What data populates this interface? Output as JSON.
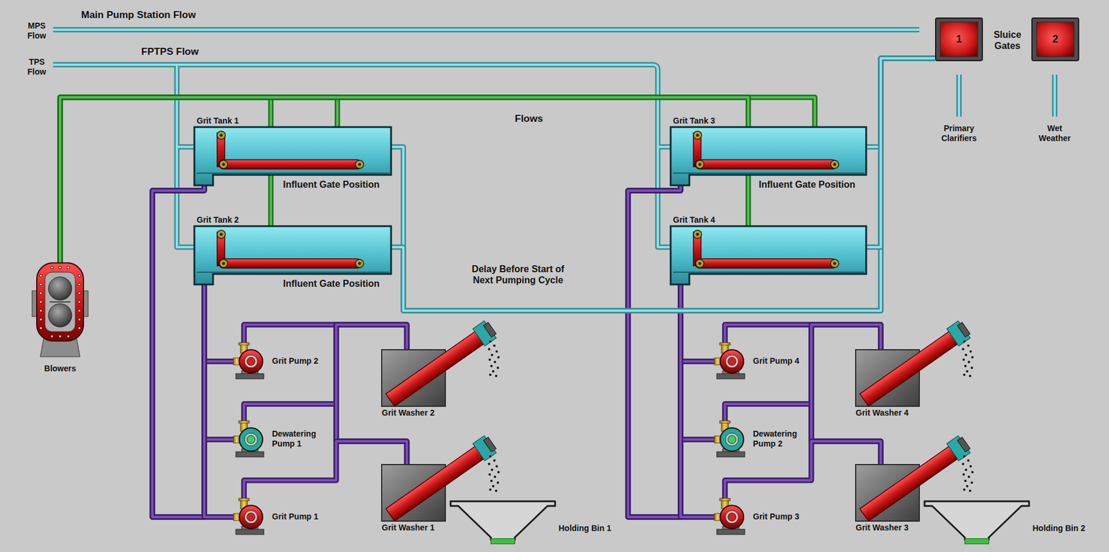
{
  "diagram": {
    "nodes": [
      {
        "text": [
          "1"
        ]
      },
      {
        "text": [
          "2"
        ]
      },
      {
        "text": [
          "Grit Tank 1"
        ]
      },
      {
        "text": [
          "Grit Tank 2"
        ]
      },
      {
        "text": [
          "Grit Tank 3"
        ]
      },
      {
        "text": [
          "Grit Tank 4"
        ]
      },
      {
        "text": [
          "Blowers"
        ]
      },
      {
        "text": [
          "Grit Pump 2"
        ]
      },
      {
        "text": [
          "Dewatering Pump 1"
        ]
      },
      {
        "text": [
          "Grit Pump 1"
        ]
      },
      {
        "text": [
          "Grit Washer 2"
        ]
      },
      {
        "text": [
          "Grit Washer 1"
        ]
      },
      {
        "text": [
          "Holding Bin 1"
        ]
      },
      {
        "text": [
          "Grit Pump 4"
        ]
      },
      {
        "text": [
          "Dewatering Pump 2"
        ]
      },
      {
        "text": [
          "Grit Pump 3"
        ]
      },
      {
        "text": [
          "Grit Washer 4"
        ]
      },
      {
        "text": [
          "Grit Washer 3"
        ]
      },
      {
        "text": [
          "Holding Bin 2"
        ]
      }
    ],
    "edges": [
      {
        "from": 6,
        "to": 2,
        "arrow": "none"
      },
      {
        "from": 6,
        "to": 3,
        "arrow": "none"
      },
      {
        "from": 6,
        "to": 4,
        "arrow": "none"
      },
      {
        "from": 6,
        "to": 5,
        "arrow": "none"
      },
      {
        "from": 2,
        "to": 7,
        "arrow": "none"
      },
      {
        "from": 2,
        "to": 8,
        "arrow": "none"
      },
      {
        "from": 2,
        "to": 9,
        "arrow": "none"
      },
      {
        "from": 3,
        "to": 7,
        "arrow": "none"
      },
      {
        "from": 3,
        "to": 8,
        "arrow": "none"
      },
      {
        "from": 3,
        "to": 9,
        "arrow": "none"
      },
      {
        "from": 7,
        "to": 10,
        "arrow": "none"
      },
      {
        "from": 7,
        "to": 11,
        "arrow": "none"
      },
      {
        "from": 8,
        "to": 10,
        "arrow": "none"
      },
      {
        "from": 8,
        "to": 11,
        "arrow": "none"
      },
      {
        "from": 9,
        "to": 10,
        "arrow": "none"
      },
      {
        "from": 9,
        "to": 11,
        "arrow": "none"
      },
      {
        "from": 4,
        "to": 13,
        "arrow": "none"
      },
      {
        "from": 4,
        "to": 14,
        "arrow": "none"
      },
      {
        "from": 4,
        "to": 15,
        "arrow": "none"
      },
      {
        "from": 5,
        "to": 13,
        "arrow": "none"
      },
      {
        "from": 5,
        "to": 14,
        "arrow": "none"
      },
      {
        "from": 5,
        "to": 15,
        "arrow": "none"
      },
      {
        "from": 13,
        "to": 16,
        "arrow": "none"
      },
      {
        "from": 13,
        "to": 17,
        "arrow": "none"
      },
      {
        "from": 14,
        "to": 16,
        "arrow": "none"
      },
      {
        "from": 14,
        "to": 17,
        "arrow": "none"
      },
      {
        "from": 15,
        "to": 16,
        "arrow": "none"
      },
      {
        "from": 15,
        "to": 17,
        "arrow": "none"
      },
      {
        "from": 2,
        "to": 0,
        "arrow": "none"
      },
      {
        "from": 3,
        "to": 0,
        "arrow": "none"
      },
      {
        "from": 4,
        "to": 0,
        "arrow": "none"
      },
      {
        "from": 5,
        "to": 0,
        "arrow": "none"
      }
    ],
    "labels": [
      "Main Pump Station Flow",
      "MPS Flow",
      "FPTPS Flow",
      "TPS Flow",
      "Sluice Gates",
      "Primary Clarifiers",
      "Wet Weather",
      "Flows",
      "Influent Gate Position",
      "Influent Gate Position",
      "Influent Gate Position",
      "Delay Before Start of Next Pumping Cycle"
    ]
  }
}
